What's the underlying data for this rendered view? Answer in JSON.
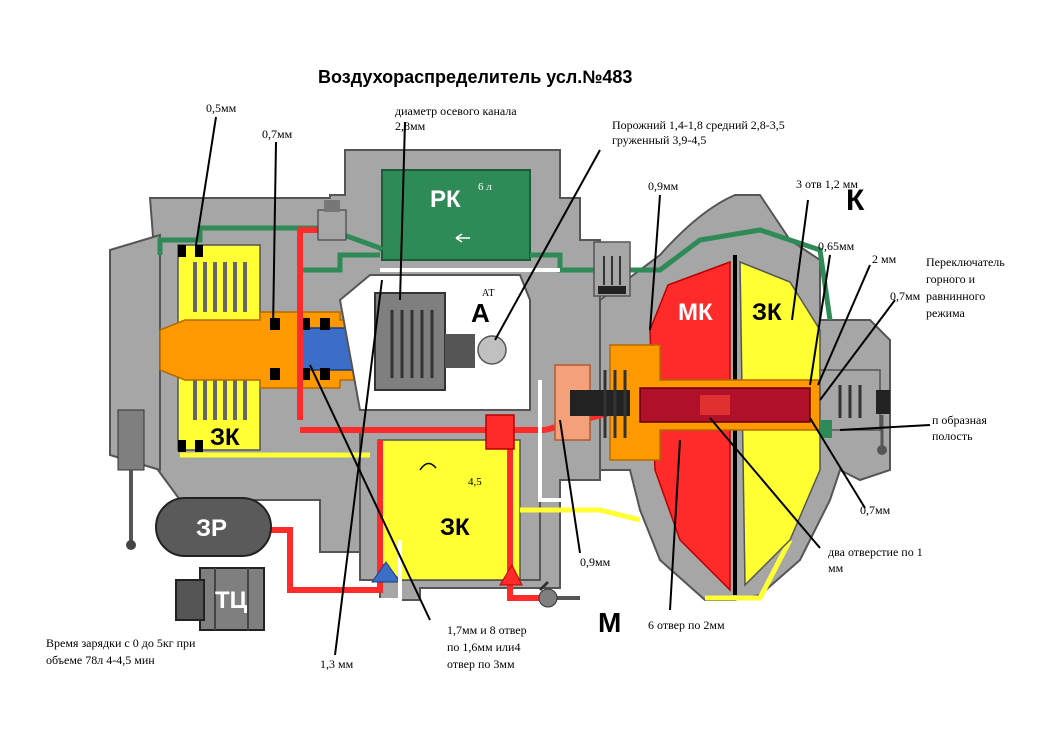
{
  "title": "Воздухораспределитель усл.№483",
  "chambers": {
    "rk": "РК",
    "rk_volume": "6 л",
    "mk": "МК",
    "zk_left": "ЗК",
    "zk_center": "ЗК",
    "zk_center_num": "4,5",
    "zk_right": "ЗК",
    "zr": "ЗР",
    "tc": "ТЦ",
    "a": "А",
    "at": "АТ",
    "k": "К",
    "m": "М"
  },
  "annotations": {
    "d05": "0,5мм",
    "d07_left": "0,7мм",
    "axial_line1": "диаметр осевого канала",
    "axial_line2": "2,8мм",
    "mode_line1": "Порожний 1,4-1,8 средний 2,8-3,5",
    "mode_line2": "груженный 3,9-4,5",
    "d09_top": "0,9мм",
    "holes_3": "3 отв 1,2 мм",
    "d065": "0,65мм",
    "d2": "2 мм",
    "d07_right": "0,7мм",
    "switch_line1": "Переключатель",
    "switch_line2": "горного и",
    "switch_line3": "равнинного",
    "switch_line4": "режима",
    "cavity_line1": "п образная",
    "cavity_line2": "полость",
    "d07_bottom": "0,7мм",
    "two_holes_line1": "два отверстие по 1",
    "two_holes_line2": "мм",
    "d09_bottom": "0,9мм",
    "six_holes": "6 отвер по 2мм",
    "holes_17_line1": "1,7мм и 8 отвер",
    "holes_17_line2": "по 1,6мм или4",
    "holes_17_line3": "отвер по 3мм",
    "d13": "1,3 мм",
    "charge_line1": "Время зарядки с 0 до 5кг при",
    "charge_line2": "объеме 78л 4-4,5 мин"
  },
  "colors": {
    "body": "#a6a6a6",
    "body_dark": "#7f7f7f",
    "main_line": "#ff2a2a",
    "zk_yellow": "#ffff33",
    "rk_green": "#2e8b57",
    "piston_orange": "#ff9900",
    "black": "#000000",
    "white": "#ffffff"
  }
}
